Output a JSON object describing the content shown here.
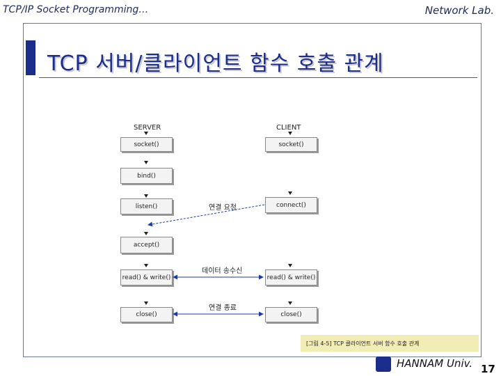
{
  "header": {
    "left": "TCP/IP Socket Programming…",
    "right": "Network Lab."
  },
  "title": "TCP 서버/클라이언트 함수 호출 관계",
  "diagram": {
    "server_label": "SERVER",
    "client_label": "CLIENT",
    "server_boxes": [
      "socket()",
      "bind()",
      "listen()",
      "accept()",
      "read() & write()",
      "close()"
    ],
    "client_boxes": [
      "socket()",
      "connect()",
      "read() & write()",
      "close()"
    ],
    "arrow_labels": {
      "connect": "연결 요청",
      "data": "데이터 송수신",
      "close": "연결 종료"
    }
  },
  "caption": "[그림 4-5] TCP 클라이언트 서버 함수 호출 관계",
  "footer": {
    "university": "HANNAM Univ.",
    "page": "17"
  }
}
